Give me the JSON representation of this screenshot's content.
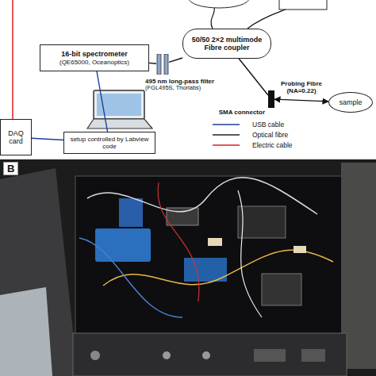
{
  "diagram": {
    "nodes": [
      {
        "text": [
          "50/50 2×2 multimode Fibre coupler"
        ]
      },
      {
        "text": [
          "16-bit spectrometer",
          "(QE65000, Oceanoptics)"
        ]
      },
      {
        "text": [
          "495 nm long-pass filter",
          "(FGL495S, Thorlabs)"
        ]
      },
      {
        "text": [
          "SMA connector"
        ]
      },
      {
        "text": [
          "sample"
        ]
      },
      {
        "text": [
          "DAQ card"
        ]
      },
      {
        "text": [
          "setup controlled by Labview code"
        ]
      }
    ],
    "edges": [
      {
        "from": 0,
        "to": 2,
        "arrow": "none"
      },
      {
        "from": 2,
        "to": 1,
        "arrow": "none"
      },
      {
        "from": 0,
        "to": 3,
        "arrow": "none"
      },
      {
        "from": 3,
        "to": 4,
        "label": "Probing Fibre (NA=0.22)",
        "arrow": "both"
      },
      {
        "from": 1,
        "to": 6,
        "arrow": "none"
      },
      {
        "from": 6,
        "to": 5,
        "arrow": "none"
      }
    ],
    "labels": [
      "B"
    ],
    "legend": [
      {
        "text": "USB cable"
      },
      {
        "text": "Optical fibre"
      },
      {
        "text": "Electric cable"
      }
    ]
  }
}
